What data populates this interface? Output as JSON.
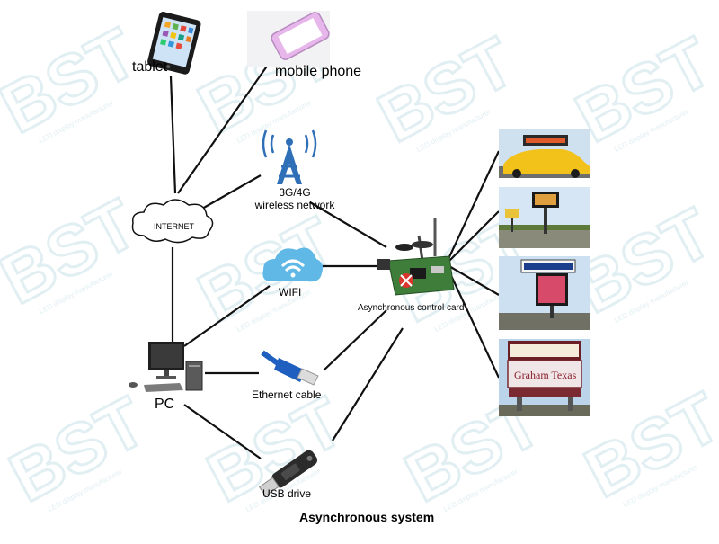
{
  "diagram": {
    "title": "Asynchronous system",
    "watermark_text": "BST",
    "watermark_tagline": "LED display manufacturer",
    "nodes": {
      "tablet": "tablet",
      "mobile": "mobile phone",
      "network_line1": "3G/4G",
      "network_line2": "wireless network",
      "internet": "INTERNET",
      "wifi": "WIFI",
      "control_card": "Asynchronous control card",
      "pc": "PC",
      "ethernet": "Ethernet cable",
      "usb": "USB drive"
    },
    "displays": [
      {
        "id": "taxi-top-display",
        "icon": "taxi-led-display"
      },
      {
        "id": "roadside-led-sign",
        "icon": "roadside-led-sign"
      },
      {
        "id": "billboard-led-sign",
        "icon": "billboard-led-sign"
      },
      {
        "id": "monument-led-sign",
        "icon": "monument-led-sign",
        "sign_text": "Graham Texas"
      }
    ],
    "colors": {
      "line": "#111111",
      "watermark": "#c9e2ea",
      "tower": "#2f6fb7",
      "wifi_cloud": "#5fb8e6",
      "cable": "#1f5fbf"
    }
  }
}
